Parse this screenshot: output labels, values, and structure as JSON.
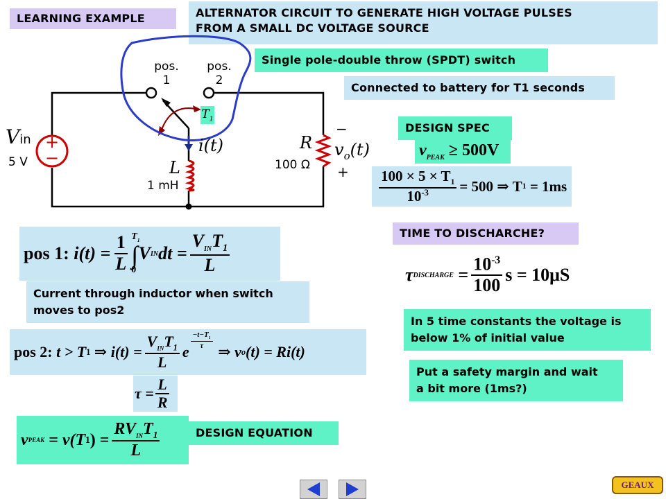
{
  "header": {
    "learning_label": "LEARNING EXAMPLE",
    "title_line1": "ALTERNATOR CIRCUIT TO GENERATE HIGH VOLTAGE PULSES",
    "title_line2": "FROM A SMALL DC VOLTAGE SOURCE"
  },
  "circuit": {
    "pos1_top": "pos.",
    "pos1_num": "1",
    "pos2_top": "pos.",
    "pos2_num": "2",
    "vin_symbol": "V",
    "vin_sub": "in",
    "vin_value": "5 V",
    "t1_symbol": "T",
    "t1_sub": "1",
    "current": "i(t)",
    "l_symbol": "L",
    "l_value": "1 mH",
    "r_symbol": "R",
    "r_value": "100 Ω",
    "vo_symbol": "v",
    "vo_sub": "o",
    "vo_arg": "(t)",
    "minus": "−",
    "plus": "+",
    "colors": {
      "circuit": "#000000",
      "source": "#cc0000",
      "switch_circle": "#2b3cc7",
      "arrow": "#8b0000",
      "current_arrow": "#1a2a8a"
    }
  },
  "callouts": {
    "spdt": "Single pole-double throw (SPDT) switch",
    "connected": "Connected to battery for T1 seconds",
    "design_spec": "DESIGN SPEC",
    "time_to_discharge": "TIME TO DISCHARCHE?",
    "current_line1": "Current through inductor when switch",
    "current_line2": "moves to pos2",
    "five_tc_line1": "In 5 time constants the voltage is",
    "five_tc_line2": "below 1% of initial value",
    "margin_line1": "Put a safety margin and wait",
    "margin_line2": "a bit more (1ms?)",
    "design_equation": "DESIGN EQUATION"
  },
  "equations": {
    "spec": {
      "v": "v",
      "sub": "PEAK",
      "rest": "≥ 500V"
    },
    "spec_calc": {
      "num": "100 × 5 × T",
      "num_sub": "1",
      "den": "10",
      "den_sup": "-3",
      "rest": "= 500 ⇒ T",
      "rest_sub": "1",
      "rest2": "= 1ms"
    },
    "pos1": {
      "label": "pos 1:",
      "lhs": "i(t) =",
      "f1_num": "1",
      "f1_den": "L",
      "int_upper": "T",
      "int_upper_sub": "1",
      "int_lower": "0",
      "integrand": "V",
      "integrand_sub": "IN",
      "dt": "dt =",
      "f2_num": "V",
      "f2_num_sub": "IN",
      "f2_num_t": "T",
      "f2_num_t_sub": "1",
      "f2_den": "L"
    },
    "tau_discharge": {
      "tau": "τ",
      "sub": "DISCHARGE",
      "num": "10",
      "num_sup": "-3",
      "den": "100",
      "rest": "s = 10μS"
    },
    "pos2": {
      "label": "pos 2:",
      "cond": "t > T",
      "cond_sub": "1",
      "impl": "⇒ i(t) =",
      "f_num": "V",
      "f_num_sub": "IN",
      "f_num_t": "T",
      "f_num_t_sub": "1",
      "f_den": "L",
      "e": "e",
      "exp_num": "t−T",
      "exp_num_sub": "1",
      "exp_den": "τ",
      "end": "⇒ v",
      "end_sub": "o",
      "end2": "(t) = Ri(t)"
    },
    "tau": {
      "lhs": "τ =",
      "num": "L",
      "den": "R"
    },
    "design": {
      "v": "v",
      "sub": "PEAK",
      "mid": "= v(T",
      "mid_sub": "1",
      "mid2": ") =",
      "num": "RV",
      "num_sub": "IN",
      "num_t": "T",
      "num_t_sub": "1",
      "den": "L"
    }
  },
  "nav": {
    "prev_icon": "left-arrow-icon",
    "next_icon": "right-arrow-icon",
    "geaux": "GEAUX"
  }
}
